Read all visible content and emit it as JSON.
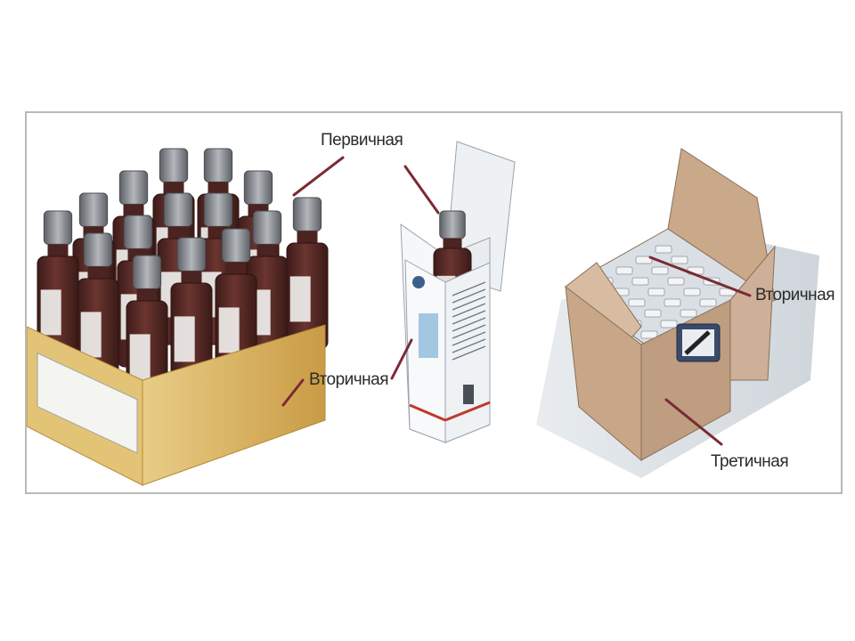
{
  "labels": {
    "primary": "Первичная",
    "secondary_tray": "Вторичная",
    "secondary_box": "Вторичная",
    "tertiary": "Третичная"
  },
  "colors": {
    "leader_line": "#7b2a33",
    "bottle_glass": "#5a2a26",
    "cap": "#8f9399",
    "tray": "#d8b262",
    "carton_box": "#c9a88a",
    "frame_border": "#b9b9b9"
  }
}
